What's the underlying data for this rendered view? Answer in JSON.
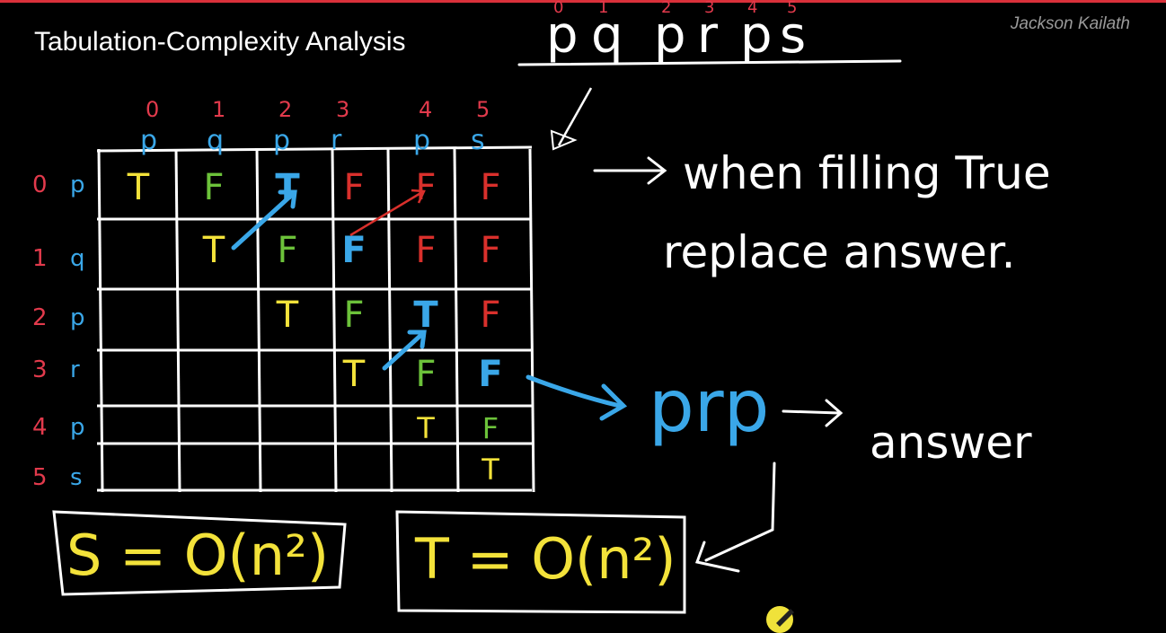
{
  "slide": {
    "title": "Tabulation-Complexity Analysis",
    "watermark": "Jackson Kailath"
  },
  "string_header": {
    "indices": [
      "0",
      "1",
      "2",
      "3",
      "4",
      "5"
    ],
    "chars": [
      "p",
      "q",
      "p",
      "r",
      "p",
      "s"
    ]
  },
  "table": {
    "col_indices": [
      "0",
      "1",
      "2",
      "3",
      "4",
      "5"
    ],
    "col_chars": [
      "p",
      "q",
      "p",
      "r",
      "p",
      "s"
    ],
    "row_indices": [
      "0",
      "1",
      "2",
      "3",
      "4",
      "5"
    ],
    "row_chars": [
      "p",
      "q",
      "p",
      "r",
      "p",
      "s"
    ],
    "cells": [
      [
        "T",
        "F",
        "T",
        "F",
        "F",
        "F"
      ],
      [
        "",
        "T",
        "F",
        "F",
        "F",
        "F"
      ],
      [
        "",
        "",
        "T",
        "F",
        "T",
        "F"
      ],
      [
        "",
        "",
        "",
        "T",
        "F",
        "F"
      ],
      [
        "",
        "",
        "",
        "",
        "T",
        "F"
      ],
      [
        "",
        "",
        "",
        "",
        "",
        "T"
      ]
    ]
  },
  "notes": {
    "line1": "when filling True",
    "line2": "replace answer.",
    "result": "prp",
    "answer": "answer"
  },
  "complexity": {
    "space": "S = O(n²)",
    "time": "T = O(n²)"
  },
  "colors": {
    "index_red": "#e23a4c",
    "char_blue": "#3aa7e8",
    "true_yellow": "#f3e23a",
    "false_green": "#6cc23a",
    "false_red": "#d9302c",
    "highlight_blue": "#3aa7e8",
    "ink": "#ffffff"
  },
  "icons": {
    "cursor": "pen-cursor-icon"
  }
}
